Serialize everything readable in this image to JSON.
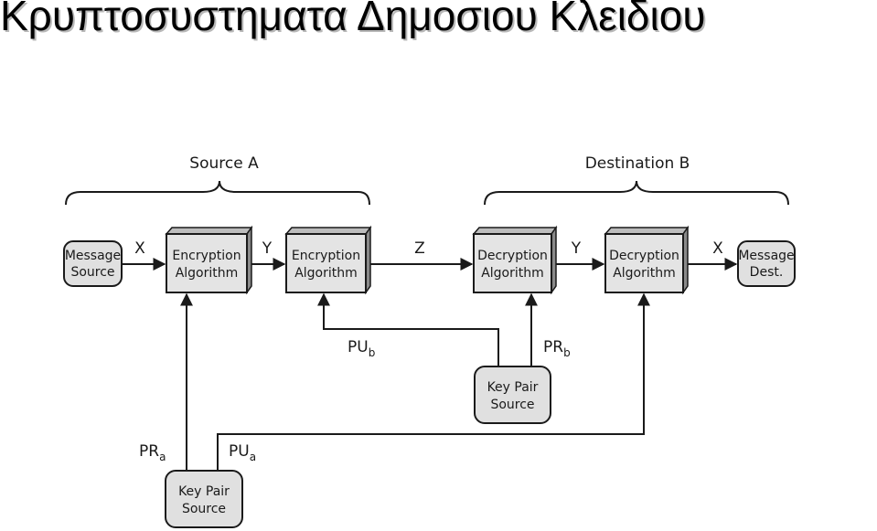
{
  "title": "Κρυπτοσυστηματα Δημοσιου Κλειδιου",
  "diagram": {
    "groups": {
      "source": "Source A",
      "destination": "Destination B"
    },
    "nodes": {
      "message_source": [
        "Message",
        "Source"
      ],
      "enc1": [
        "Encryption",
        "Algorithm"
      ],
      "enc2": [
        "Encryption",
        "Algorithm"
      ],
      "dec1": [
        "Decryption",
        "Algorithm"
      ],
      "dec2": [
        "Decryption",
        "Algorithm"
      ],
      "message_dest": [
        "Message",
        "Dest."
      ],
      "keypair_b": [
        "Key Pair",
        "Source"
      ],
      "keypair_a": [
        "Key Pair",
        "Source"
      ]
    },
    "edges": {
      "x_in": "X",
      "y1": "Y",
      "z": "Z",
      "y2": "Y",
      "x_out": "X",
      "pu_b": {
        "base": "PU",
        "sub": "b"
      },
      "pr_b": {
        "base": "PR",
        "sub": "b"
      },
      "pr_a": {
        "base": "PR",
        "sub": "a"
      },
      "pu_a": {
        "base": "PU",
        "sub": "a"
      }
    }
  }
}
